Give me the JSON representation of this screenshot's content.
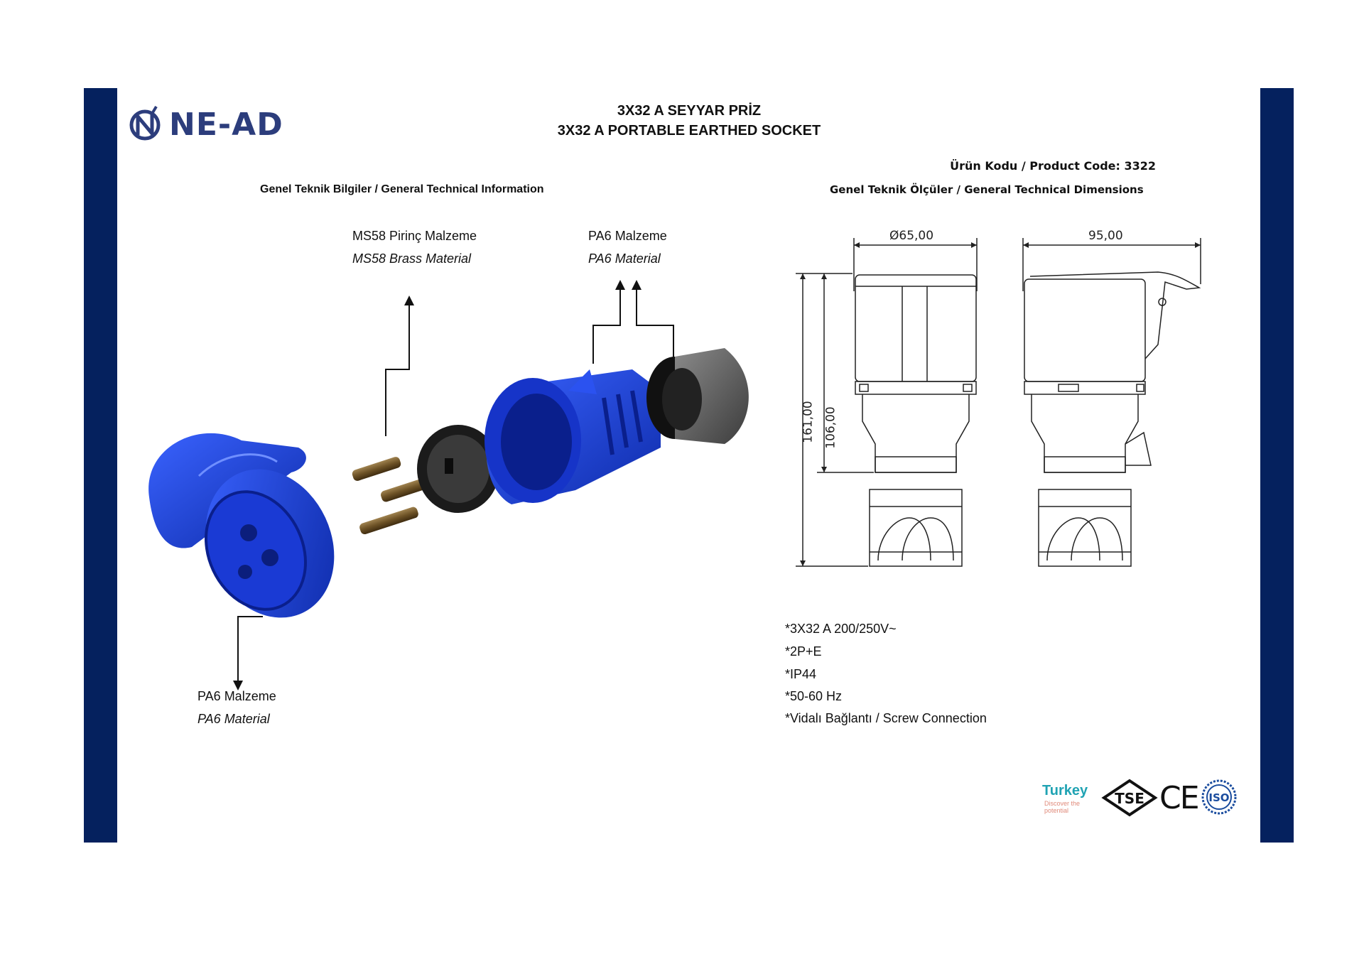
{
  "header": {
    "brand": "NE-AD",
    "title_tr": "3X32 A SEYYAR PRİZ",
    "title_en": "3X32 A PORTABLE EARTHED SOCKET"
  },
  "product_code": "Ürün Kodu / Product Code: 3322",
  "sections": {
    "info": "Genel Teknik Bilgiler / General Technical Information",
    "dimensions": "Genel Teknik Ölçüler / General Technical Dimensions"
  },
  "labels": {
    "brass_tr": "MS58 Pirinç Malzeme",
    "brass_en": "MS58 Brass Material",
    "pa6_top_tr": "PA6 Malzeme",
    "pa6_top_en": "PA6 Material",
    "pa6_bottom_tr": "PA6 Malzeme",
    "pa6_bottom_en": "PA6 Material"
  },
  "dimensions": {
    "diameter": "Ø65,00",
    "width": "95,00",
    "height_total": "161,00",
    "height_body": "106,00"
  },
  "specs": [
    "*3X32 A 200/250V~",
    "*2P+E",
    "*IP44",
    "*50-60 Hz",
    "*Vidalı Bağlantı / Screw Connection"
  ],
  "certifications": {
    "turkey": "Turkey",
    "turkey_tagline": "Discover the potential",
    "tse": "TSE",
    "ce": "CE",
    "iso": "ISO"
  },
  "colors": {
    "frame": "#05215e",
    "product_blue": "#1c3fd6",
    "brand": "#2c3d7c"
  }
}
